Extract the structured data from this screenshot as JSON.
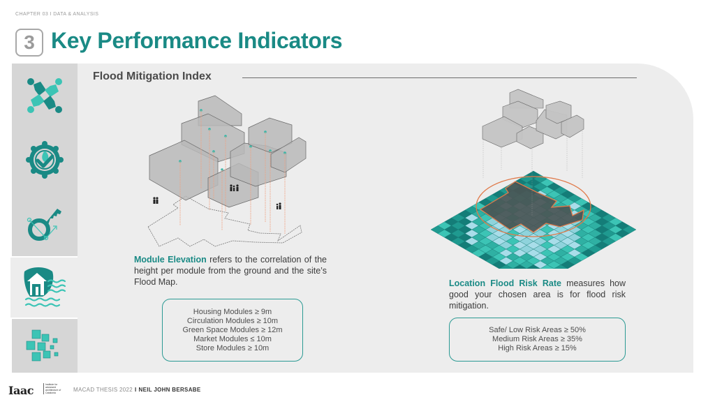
{
  "header": {
    "chapter": "CHAPTER 03 I DATA & ANALYSIS",
    "section_number": "3",
    "title": "Key Performance Indicators"
  },
  "sidebar": {
    "items": [
      {
        "icon": "community-people-icon",
        "active": false
      },
      {
        "icon": "eco-certified-badge-icon",
        "active": false
      },
      {
        "icon": "key-growth-icon",
        "active": false
      },
      {
        "icon": "flood-house-shield-icon",
        "active": true
      },
      {
        "icon": "modular-cubes-icon",
        "active": false
      }
    ]
  },
  "main": {
    "section_title": "Flood Mitigation Index",
    "left": {
      "diagram": "module-elevation-axonometric",
      "highlight": "Module Elevation",
      "description": " refers to the correlation of the height per module from the ground and the site’s Flood Map.",
      "criteria": [
        "Housing Modules ≥ 9m",
        "Circulation Modules ≥ 10m",
        "Green Space Modules ≥ 12m",
        "Market Modules ≤ 10m",
        "Store Modules ≥ 10m"
      ]
    },
    "right": {
      "diagram": "flood-risk-grid-map",
      "highlight": "Location Flood Risk Rate",
      "description": " measures how good your chosen area is for flood risk mitigation.",
      "criteria": [
        "Safe/ Low Risk Areas ≥ 50%",
        "Medium Risk Areas ≥ 35%",
        "High Risk Areas ≥ 15%"
      ]
    }
  },
  "footer": {
    "logo": "Iaac",
    "logo_sub": "Institute for advanced architecture of Catalonia",
    "program": "MACAD THESIS 2022",
    "separator": "I",
    "author": "NEIL JOHN BERSABE"
  },
  "colors": {
    "accent": "#1a8a85",
    "teal_light": "#3cc4b5",
    "risk_high": "#147d78",
    "risk_low": "#a8dde9",
    "outline": "#e07a4a",
    "panel": "#ededed",
    "sidebar": "#d6d6d6"
  }
}
